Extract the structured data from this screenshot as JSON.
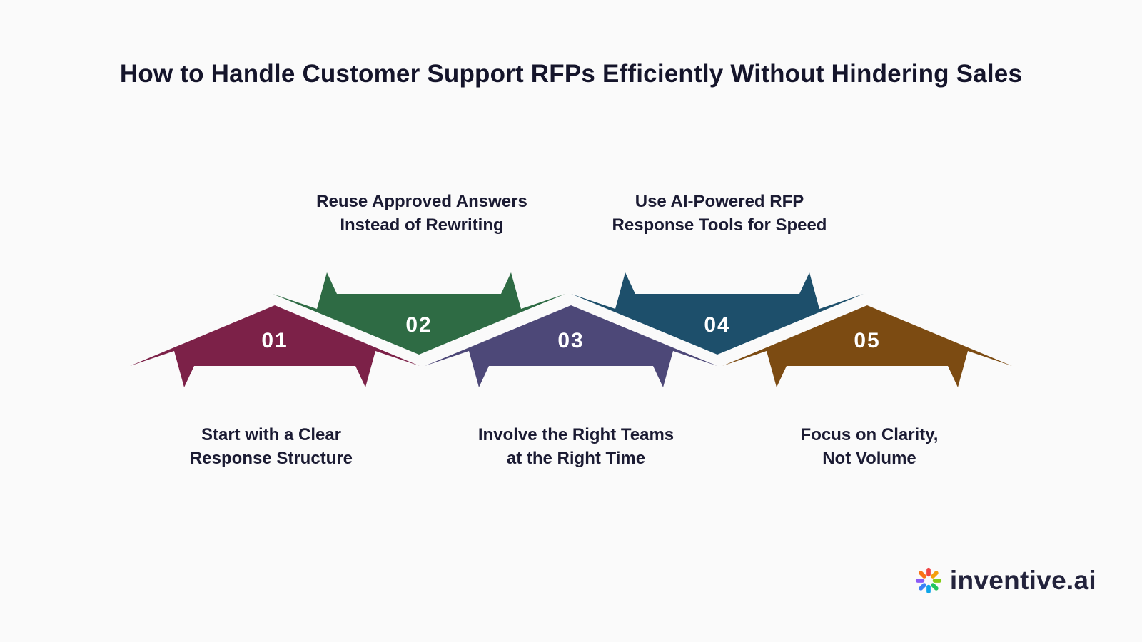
{
  "background": "#fafafa",
  "title": "How to Handle Customer Support RFPs Efficiently Without Hindering Sales",
  "steps": [
    {
      "number": "01",
      "line1": "Start with a Clear",
      "line2": "Response Structure",
      "color": "#7C2148",
      "label_position": "below"
    },
    {
      "number": "02",
      "line1": "Reuse Approved Answers",
      "line2": "Instead of Rewriting",
      "color": "#2E6B44",
      "label_position": "above"
    },
    {
      "number": "03",
      "line1": "Involve the Right Teams",
      "line2": "at the Right Time",
      "color": "#4D4878",
      "label_position": "below"
    },
    {
      "number": "04",
      "line1": "Use AI-Powered RFP",
      "line2": "Response Tools for Speed",
      "color": "#1D4F6B",
      "label_position": "above"
    },
    {
      "number": "05",
      "line1": "Focus on Clarity,",
      "line2": "Not Volume",
      "color": "#7C4B12",
      "label_position": "below"
    }
  ],
  "logo": {
    "name": "inventive",
    "suffix": ".ai",
    "petal_colors": [
      "#EF4444",
      "#F59E0B",
      "#84CC16",
      "#22C55E",
      "#0EA5E9",
      "#3B82F6",
      "#8B5CF6",
      "#F97316"
    ]
  }
}
